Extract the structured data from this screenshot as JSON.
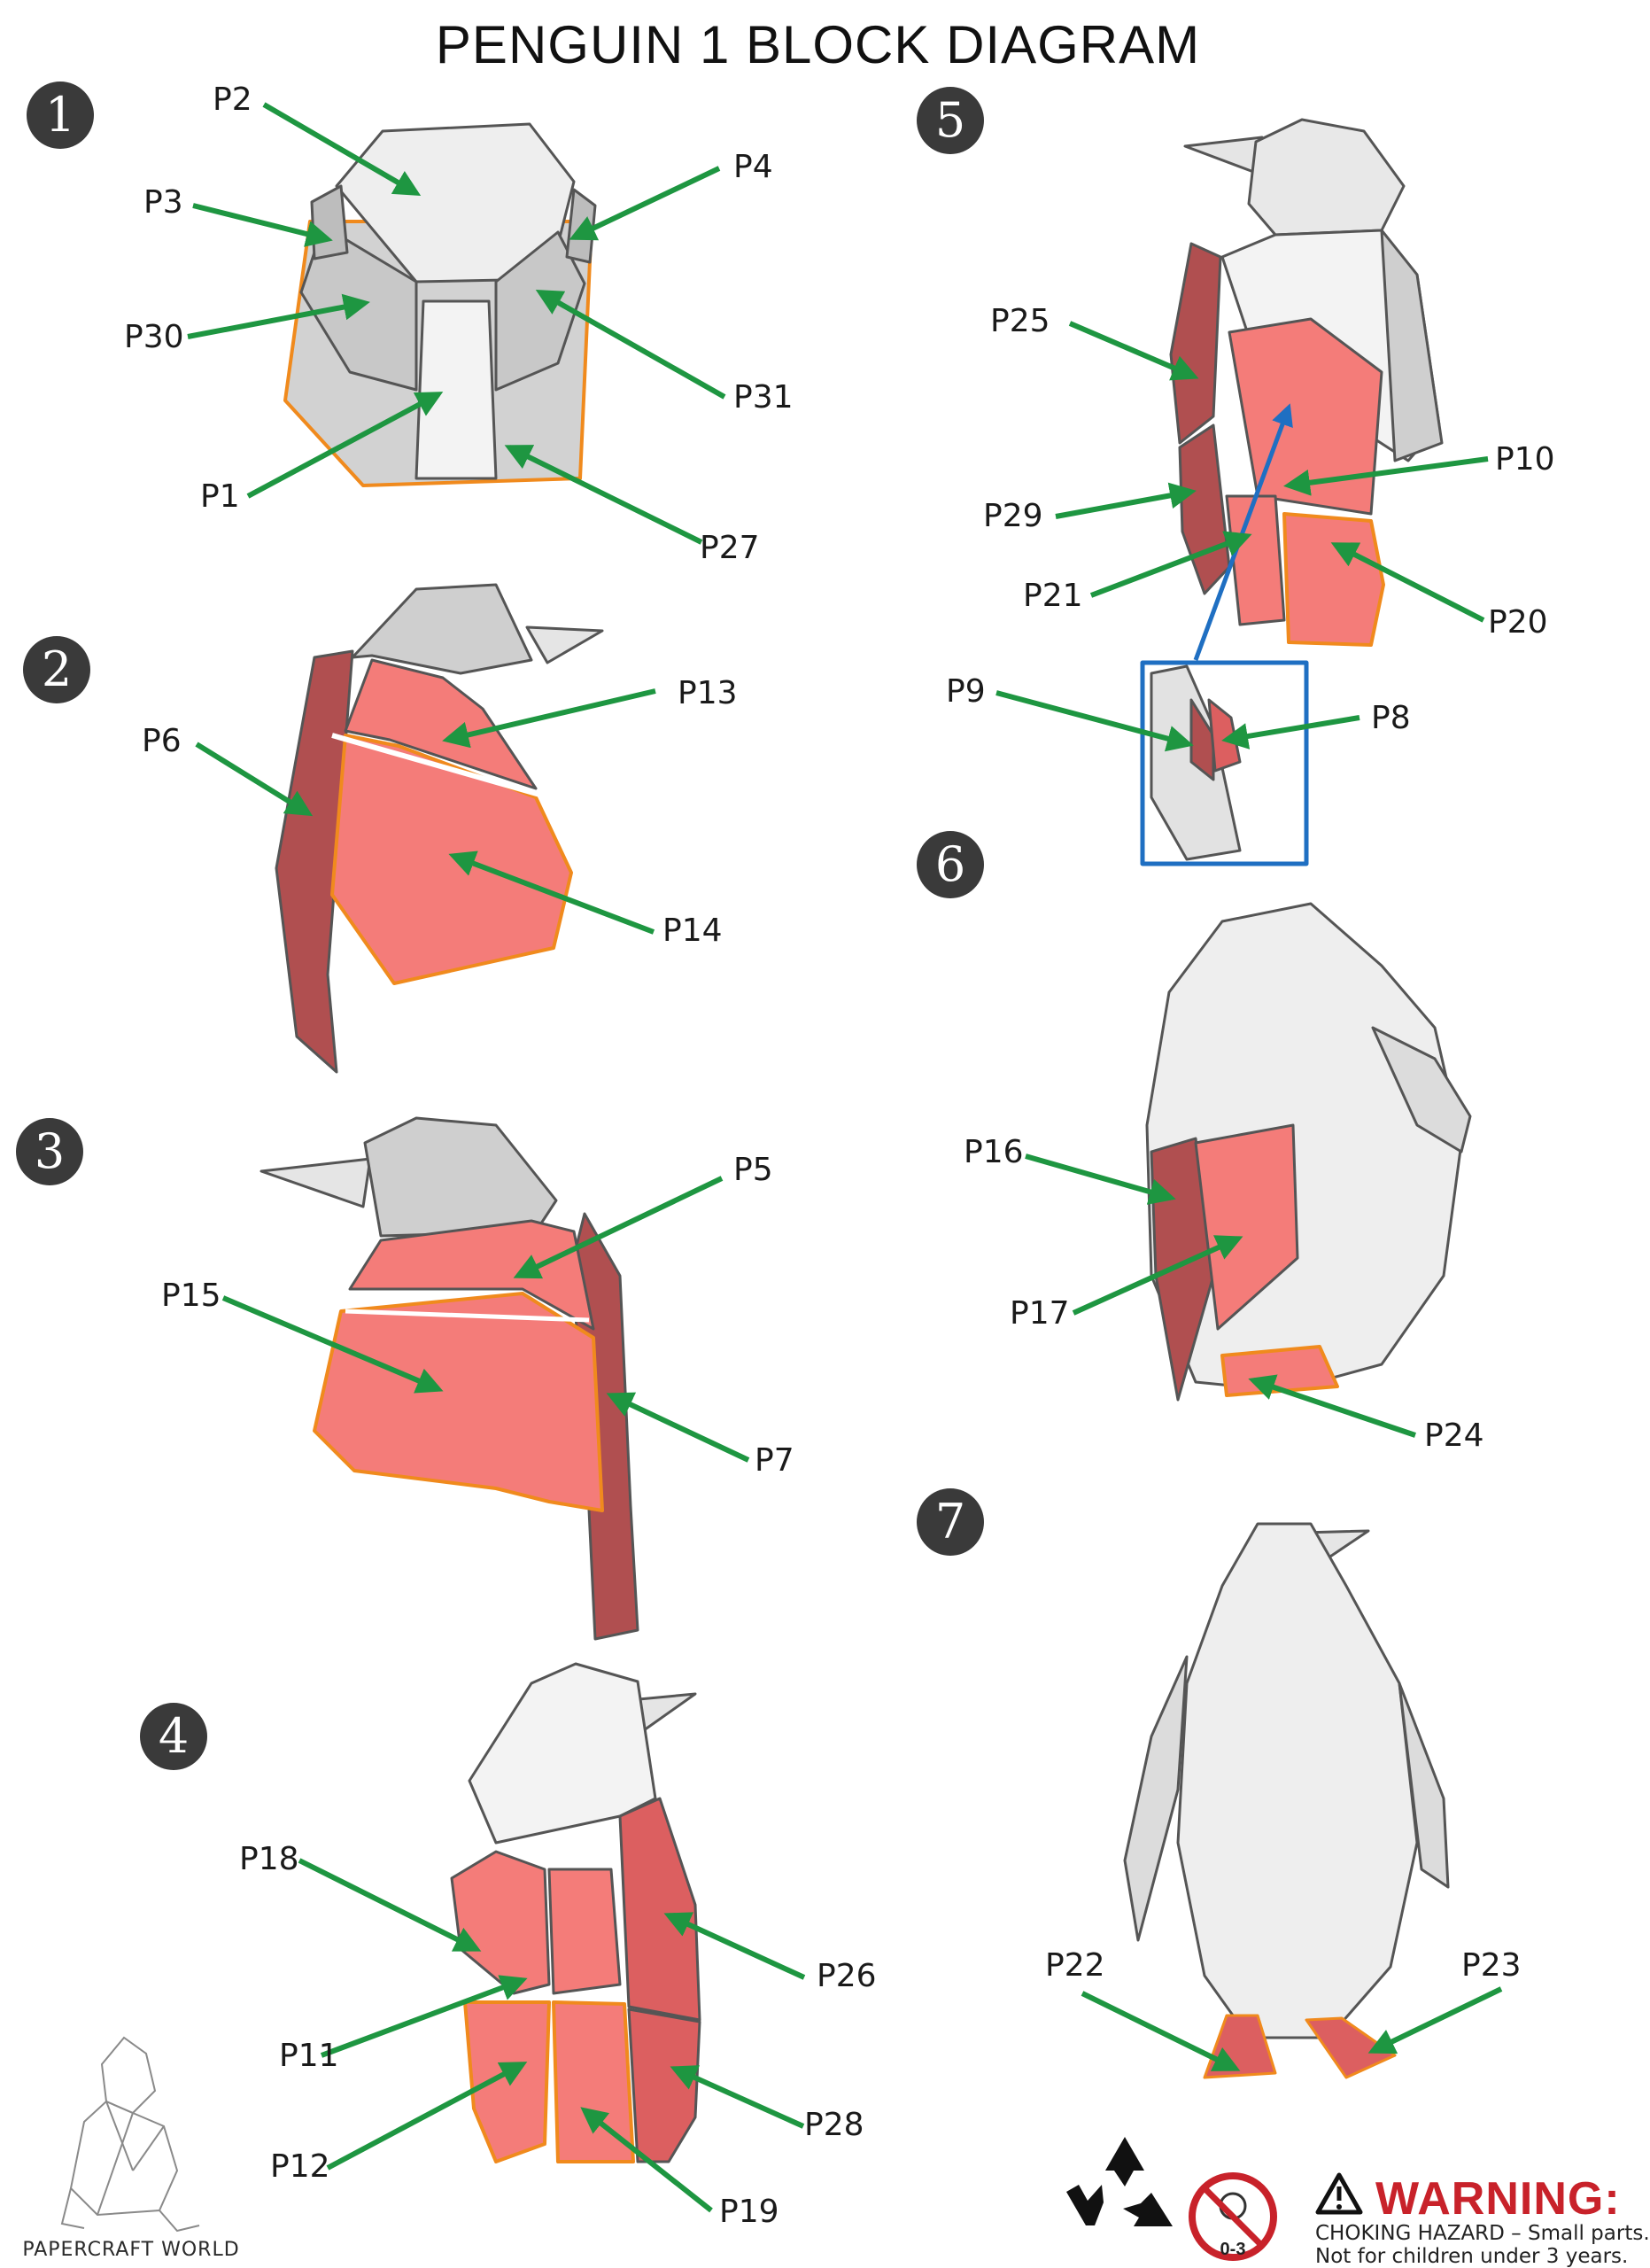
{
  "title": "PENGUIN 1 BLOCK DIAGRAM",
  "colors": {
    "arrow": "#1e9641",
    "inset_frame": "#1f6fc2",
    "highlight_part": "#f47c79",
    "highlight_side": "#b04f50",
    "edge_highlight": "#f08a1d",
    "grey_part": "#d6d6d6",
    "step_circle": "#3a3a3a",
    "warning_red": "#c8222a"
  },
  "steps": [
    {
      "number": "1",
      "parts": [
        "P2",
        "P3",
        "P4",
        "P30",
        "P31",
        "P1",
        "P27"
      ]
    },
    {
      "number": "2",
      "parts": [
        "P6",
        "P13",
        "P14"
      ]
    },
    {
      "number": "3",
      "parts": [
        "P15",
        "P5",
        "P7"
      ]
    },
    {
      "number": "4",
      "parts": [
        "P18",
        "P26",
        "P11",
        "P28",
        "P12",
        "P19"
      ]
    },
    {
      "number": "5",
      "parts": [
        "P25",
        "P10",
        "P29",
        "P21",
        "P20",
        "P9",
        "P8"
      ]
    },
    {
      "number": "6",
      "parts": [
        "P16",
        "P17",
        "P24"
      ]
    },
    {
      "number": "7",
      "parts": [
        "P22",
        "P23"
      ]
    }
  ],
  "footer": {
    "brand": "PAPERCRAFT WORLD",
    "brand_icon": "gorilla-icon",
    "recycle_icon": "recycle-icon",
    "age_restriction_icon": "no-baby-icon",
    "age_label": "0-3",
    "warning_icon": "warning-triangle-icon",
    "warning_title": "WARNING:",
    "warning_line_1": "CHOKING HAZARD – Small parts.",
    "warning_line_2": "Not for children under 3 years."
  }
}
